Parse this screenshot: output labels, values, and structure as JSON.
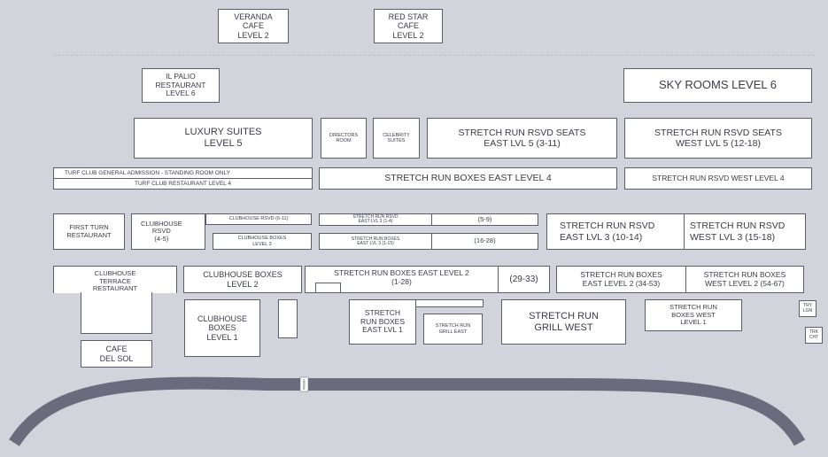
{
  "map": {
    "colors": {
      "background": "#d3d3db",
      "section_fill": "#ffffff",
      "section_border": "#5c5c6e",
      "track": "#6b6b7e",
      "text": "#3a3a4a"
    },
    "sections": {
      "veranda_cafe": "VERANDA\nCAFE\nLEVEL 2",
      "red_star_cafe": "RED STAR\nCAFE\nLEVEL 2",
      "il_palio": "IL PALIO\nRESTAURANT\nLEVEL 6",
      "sky_rooms": "SKY ROOMS LEVEL 6",
      "luxury_suites": "LUXURY SUITES\nLEVEL 5",
      "directors_room": "DIRECTORS\nROOM",
      "celebrity_suites": "CELEBRITY\nSUITES",
      "stretch_run_rsvd_east_5": "STRETCH RUN RSVD SEATS\nEAST LVL 5 (3-11)",
      "stretch_run_rsvd_west_5": "STRETCH RUN RSVD SEATS\nWEST LVL 5 (12-18)",
      "turf_club_ga": "TURF CLUB GENERAL ADMISSION - STANDING ROOM ONLY",
      "turf_club_restaurant": "TURF CLUB RESTAURANT LEVEL 4",
      "stretch_run_boxes_east_4": "STRETCH RUN BOXES EAST LEVEL 4",
      "stretch_run_rsvd_west_4": "STRETCH RUN RSVD WEST LEVEL 4",
      "first_turn_restaurant": "FIRST TURN\nRESTAURANT",
      "clubhouse_rsvd": "CLUBHOUSE\nRSVD\n(4-5)",
      "clubhouse_rsvd_6_11": "CLUBHOUSE RSVD (6-11)",
      "clubhouse_boxes_3": "CLUBHOUSE BOXES\nLEVEL 3",
      "stretch_run_rsvd_east_3_small": "STRETCH RUN RSVD\nEAST LVL 3 (1-4)",
      "section_5_9": "(5-9)",
      "stretch_run_boxes_east_3_small": "STRETCH RUN BOXES\nEAST LVL 3 (1-15)",
      "section_16_28": "(16-28)",
      "stretch_run_rsvd_east_3": "STRETCH RUN RSVD\nEAST LVL 3 (10-14)",
      "stretch_run_rsvd_west_3": "STRETCH RUN RSVD\nWEST LVL 3 (15-18)",
      "clubhouse_terrace": "CLUBHOUSE\nTERRACE\nRESTAURANT",
      "clubhouse_boxes_2": "CLUBHOUSE BOXES\nLEVEL 2",
      "stretch_run_boxes_east_2": "STRETCH RUN BOXES EAST LEVEL 2\n(1-28)",
      "section_29_33": "(29-33)",
      "stretch_run_boxes_east_2_34_53": "STRETCH RUN BOXES\nEAST LEVEL 2 (34-53)",
      "stretch_run_boxes_west_2": "STRETCH RUN BOXES\nWEST LEVEL 2 (54-67)",
      "cafe_del_sol": "CAFE\nDEL SOL",
      "clubhouse_boxes_1": "CLUBHOUSE\nBOXES\nLEVEL 1",
      "stretch_run_boxes_east_1": "STRETCH\nRUN BOXES\nEAST LVL 1",
      "stretch_run_grill_east": "STRETCH RUN\nGRILL EAST",
      "stretch_run_grill_west": "STRETCH RUN\nGRILL WEST",
      "stretch_run_boxes_west_1": "STRETCH RUN\nBOXES WEST\nLEVEL 1",
      "trk_lgn": "TRY\nLGN",
      "trk_cht": "TRK\nCHT"
    },
    "track_label": "FINISH"
  }
}
